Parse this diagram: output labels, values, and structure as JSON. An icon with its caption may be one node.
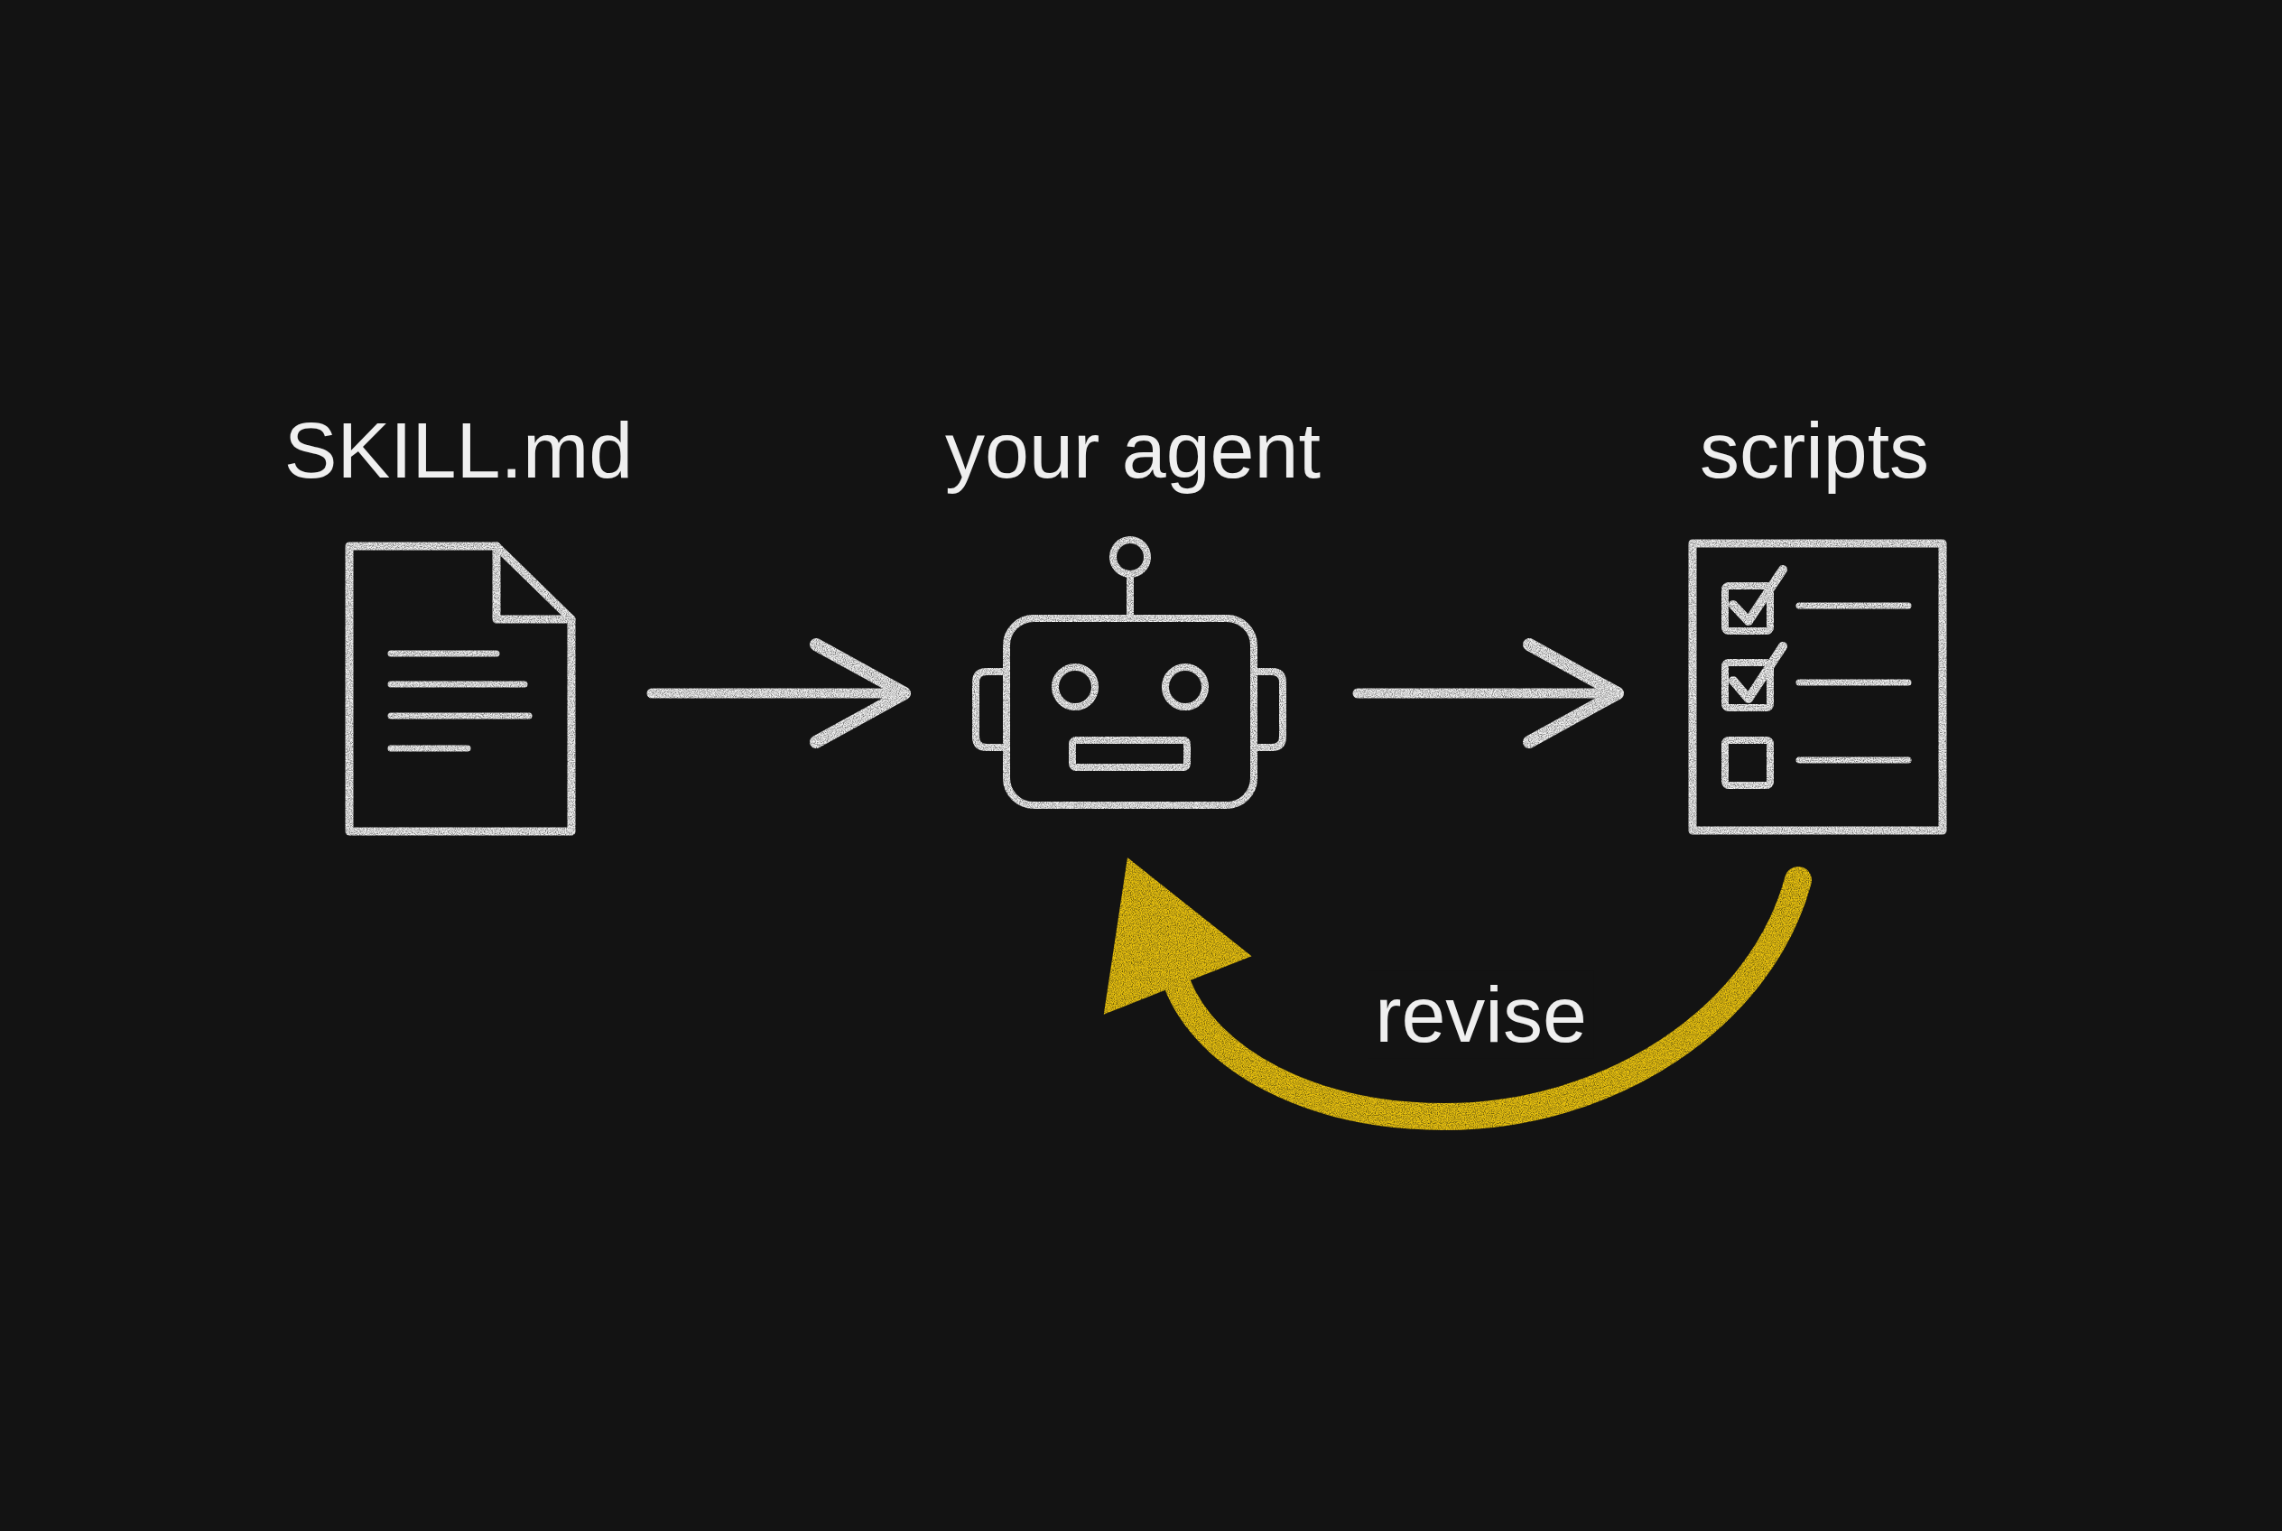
{
  "diagram": {
    "nodes": [
      {
        "text": [
          "SKILL.md"
        ]
      },
      {
        "text": [
          "your agent"
        ]
      },
      {
        "text": [
          "scripts"
        ]
      }
    ],
    "edges": [
      {
        "from": 0,
        "to": 1,
        "arrow": "to"
      },
      {
        "from": 1,
        "to": 2,
        "arrow": "to"
      },
      {
        "from": 2,
        "to": 1,
        "arrow": "to",
        "label": "revise",
        "style": "thick",
        "color": "#e6bf0b"
      }
    ]
  }
}
